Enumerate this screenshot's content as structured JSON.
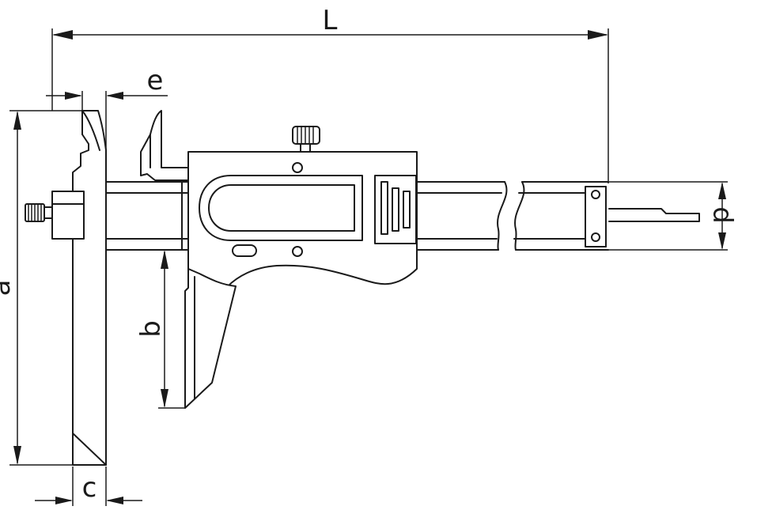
{
  "diagram": {
    "dimension_labels": {
      "L": "L",
      "e": "e",
      "a": "a",
      "b": "b",
      "c": "c",
      "d": "d"
    }
  }
}
